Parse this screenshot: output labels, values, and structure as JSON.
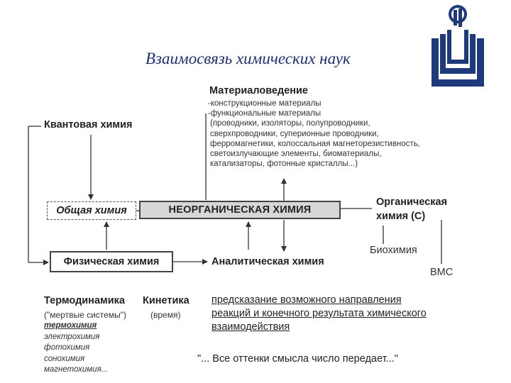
{
  "title": "Взаимосвязь химических наук",
  "materials": {
    "heading": "Материаловедение",
    "lines": [
      "-конструкционные материалы",
      "-функциональные материалы",
      "(проводники, изоляторы, полупроводники,",
      "сверхпроводники, суперионные проводники,",
      "ферромагнетики, колоссальная магнеторезистивность,",
      "светоизлучающие элементы, биоматериалы,",
      "катализаторы, фотонные кристаллы...)"
    ]
  },
  "quantum": "Квантовая химия",
  "general": "Общая химия",
  "inorganic": "НЕОРГАНИЧЕСКАЯ ХИМИЯ",
  "organic": {
    "line1": "Органическая",
    "line2": "химия (С)"
  },
  "biochem": "Биохимия",
  "vms": "ВМС",
  "physical": "Физическая химия",
  "analytical": "Аналитическая химия",
  "thermo": {
    "heading": "Термодинамика",
    "note": "(\"мертвые системы\")"
  },
  "kinetics": {
    "heading": "Кинетика",
    "note": "(время)"
  },
  "subfields": [
    "термохимия",
    "электрохимия",
    "фотохимия",
    "сонохимия",
    "магнетохимия..."
  ],
  "prediction": [
    "предсказание возможного направления",
    "реакций и конечного результата химического",
    "взаимодействия"
  ],
  "quote": "\"... Все оттенки смысла число передает...\"",
  "colors": {
    "title": "#1c2f74",
    "logo": "#1f3a7a"
  }
}
